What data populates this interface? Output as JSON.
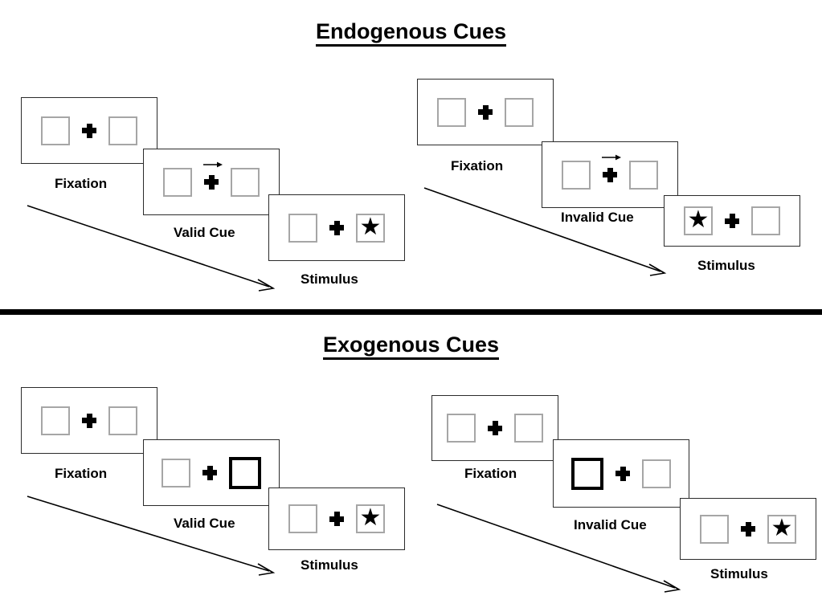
{
  "page": {
    "background": "#ffffff",
    "line_color": "#2b2b2b",
    "square_border_color": "#a6a6a6",
    "cue_highlight_color": "#000000",
    "divider_color": "#000000"
  },
  "sections": [
    {
      "id": "endogenous",
      "title": "Endogenous Cues",
      "columns": [
        {
          "id": "endogenous-valid",
          "cue_type": "arrow",
          "frames": [
            {
              "id": "fixation",
              "label": "Fixation",
              "left_box": "empty",
              "right_box": "empty",
              "cue": "none",
              "arrow_direction": ""
            },
            {
              "id": "valid-cue",
              "label": "Valid Cue",
              "left_box": "empty",
              "right_box": "empty",
              "cue": "arrow",
              "arrow_direction": "right"
            },
            {
              "id": "stimulus",
              "label": "Stimulus",
              "left_box": "empty",
              "right_box": "star",
              "cue": "none",
              "arrow_direction": ""
            }
          ]
        },
        {
          "id": "endogenous-invalid",
          "cue_type": "arrow",
          "frames": [
            {
              "id": "fixation",
              "label": "Fixation",
              "left_box": "empty",
              "right_box": "empty",
              "cue": "none",
              "arrow_direction": ""
            },
            {
              "id": "invalid-cue",
              "label": "Invalid Cue",
              "left_box": "empty",
              "right_box": "empty",
              "cue": "arrow",
              "arrow_direction": "right"
            },
            {
              "id": "stimulus",
              "label": "Stimulus",
              "left_box": "star",
              "right_box": "empty",
              "cue": "none",
              "arrow_direction": ""
            }
          ]
        }
      ]
    },
    {
      "id": "exogenous",
      "title": "Exogenous Cues",
      "columns": [
        {
          "id": "exogenous-valid",
          "cue_type": "box-highlight",
          "frames": [
            {
              "id": "fixation",
              "label": "Fixation",
              "left_box": "empty",
              "right_box": "empty",
              "cue": "none"
            },
            {
              "id": "valid-cue",
              "label": "Valid Cue",
              "left_box": "empty",
              "right_box": "cued-empty",
              "cue": "right-box"
            },
            {
              "id": "stimulus",
              "label": "Stimulus",
              "left_box": "empty",
              "right_box": "star",
              "cue": "none"
            }
          ]
        },
        {
          "id": "exogenous-invalid",
          "cue_type": "box-highlight",
          "frames": [
            {
              "id": "fixation",
              "label": "Fixation",
              "left_box": "empty",
              "right_box": "empty",
              "cue": "none"
            },
            {
              "id": "invalid-cue",
              "label": "Invalid Cue",
              "left_box": "cued-empty",
              "right_box": "empty",
              "cue": "left-box"
            },
            {
              "id": "stimulus",
              "label": "Stimulus",
              "left_box": "empty",
              "right_box": "star",
              "cue": "none"
            }
          ]
        }
      ]
    }
  ],
  "icons": {
    "star": "★",
    "fixation_cross": "fixation-cross",
    "cue_arrow": "arrow-right-icon",
    "time_arrow": "time-flow-arrow"
  }
}
